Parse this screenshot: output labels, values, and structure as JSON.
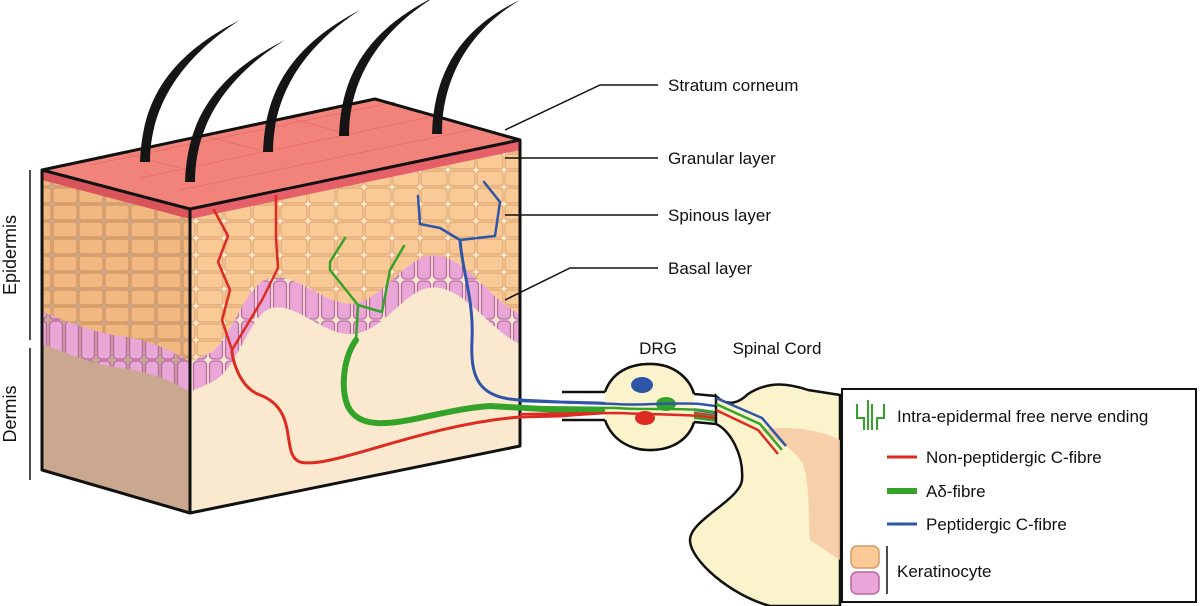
{
  "side_labels": {
    "epidermis": "Epidermis",
    "dermis": "Dermis"
  },
  "layer_labels": {
    "stratum_corneum": "Stratum corneum",
    "granular": "Granular layer",
    "spinous": "Spinous layer",
    "basal": "Basal layer"
  },
  "structure_labels": {
    "drg": "DRG",
    "spinal_cord": "Spinal Cord"
  },
  "legend": {
    "free_nerve_ending": "Intra-epidermal free nerve ending",
    "non_peptidergic": "Non-peptidergic C-fibre",
    "a_delta": "Aδ-fibre",
    "peptidergic": "Peptidergic C-fibre",
    "keratinocyte": "Keratinocyte"
  },
  "colors": {
    "non_peptidergic": "#dd2b22",
    "a_delta": "#35a32a",
    "peptidergic": "#2f55a8",
    "granular_keratinocyte": "#f9c996",
    "basal_keratinocyte": "#e9a6d6",
    "stratum_corneum": "#f2837a",
    "dermis": "#fbe9cf",
    "spinal_cord": "#fbf3cc"
  }
}
